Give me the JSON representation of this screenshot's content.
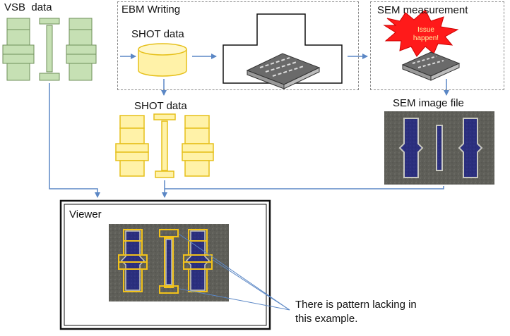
{
  "labels": {
    "vsb_data": "VSB  data",
    "ebm_writing": "EBM Writing",
    "shot_data_top": "SHOT data",
    "sem_measurement": "SEM measurement",
    "shot_data_mid": "SHOT data",
    "sem_image_file": "SEM image file",
    "viewer": "Viewer",
    "issue_line1": "Issue",
    "issue_line2": "happen!",
    "annotation_line1": "There is pattern lacking in",
    "annotation_line2": "this example."
  },
  "colors": {
    "vsb_fill": "#c6e0b4",
    "vsb_stroke": "#6f8f5a",
    "shot_fill": "#fff2a8",
    "shot_stroke": "#e6c01a",
    "arrow": "#5b87c5",
    "burst_fill": "#ff1a1a",
    "burst_text": "#fff3a0",
    "sem_bg": "#5e5e58",
    "sem_pattern": "#2b2f7e",
    "sem_edge": "#c8c8c0",
    "overlay_outline": "#f2c21a"
  },
  "icons": {
    "database": "cylinder-database-icon",
    "wafer": "wafer-plate-icon",
    "burst": "explosion-burst-icon"
  }
}
